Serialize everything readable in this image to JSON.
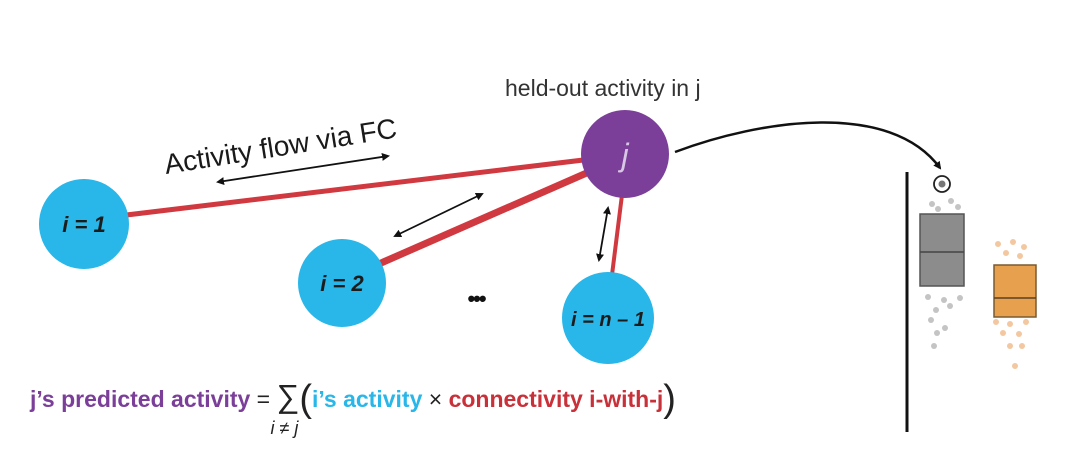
{
  "top_label": "held-out activity in j",
  "flow_label": "Activity flow via FC",
  "nodes": {
    "j": "j",
    "i1": "i = 1",
    "i2": "i = 2",
    "dots": "•••",
    "in1": "i = n – 1"
  },
  "formula": {
    "lhs": "j’s predicted activity",
    "equals": " = ",
    "sum_symbol": "∑",
    "sum_sub": "i ≠ j",
    "open_paren": "(",
    "term1": "i’s activity",
    "times": " × ",
    "term2": "connectivity i-with-j",
    "close_paren": ")"
  },
  "colors": {
    "source_node": "#29b6e8",
    "target_node": "#7b3f99",
    "connection": "#d0393f",
    "predicted_box": "#8c8c8c",
    "actual_box": "#e6a04e",
    "formula_lhs": "#7b3f99",
    "formula_term1": "#29b6e8",
    "formula_term2": "#c8313a"
  },
  "icons": {
    "double_arrow": "double-arrow-icon",
    "flow_arrow": "curved-arrow-icon",
    "target_marker": "circle-dot-icon"
  }
}
